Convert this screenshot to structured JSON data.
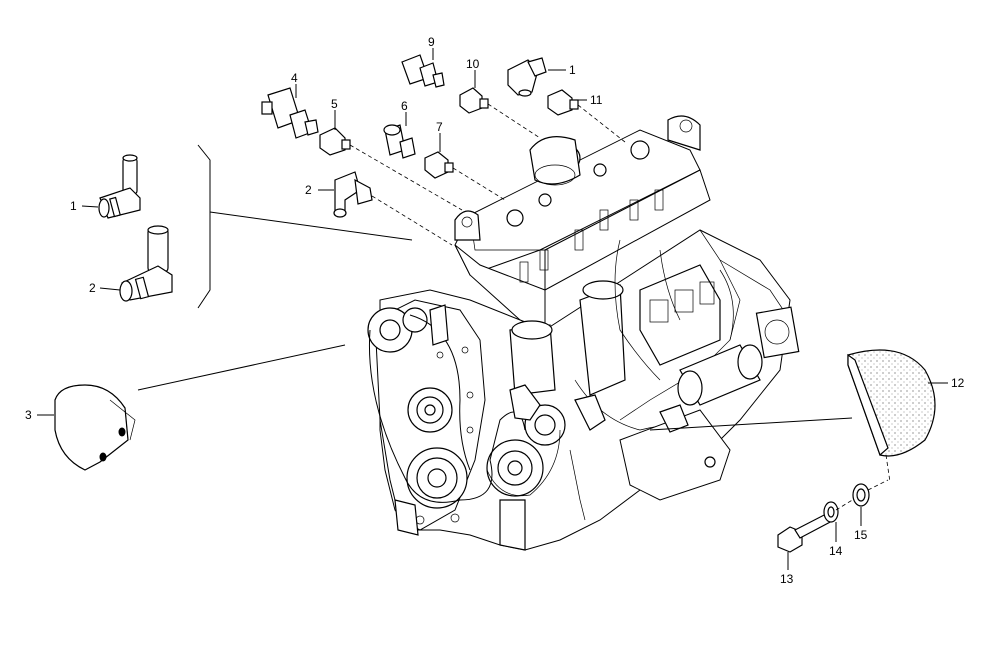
{
  "labels": {
    "l1a": "1",
    "l1b": "1",
    "l2a": "2",
    "l2b": "2",
    "l3": "3",
    "l4": "4",
    "l5": "5",
    "l6": "6",
    "l7": "7",
    "l9": "9",
    "l10": "10",
    "l11": "11",
    "l12": "12",
    "l13": "13",
    "l14": "14",
    "l15": "15"
  },
  "colors": {
    "line": "#000000",
    "background": "#ffffff",
    "stipple": "#555555"
  }
}
